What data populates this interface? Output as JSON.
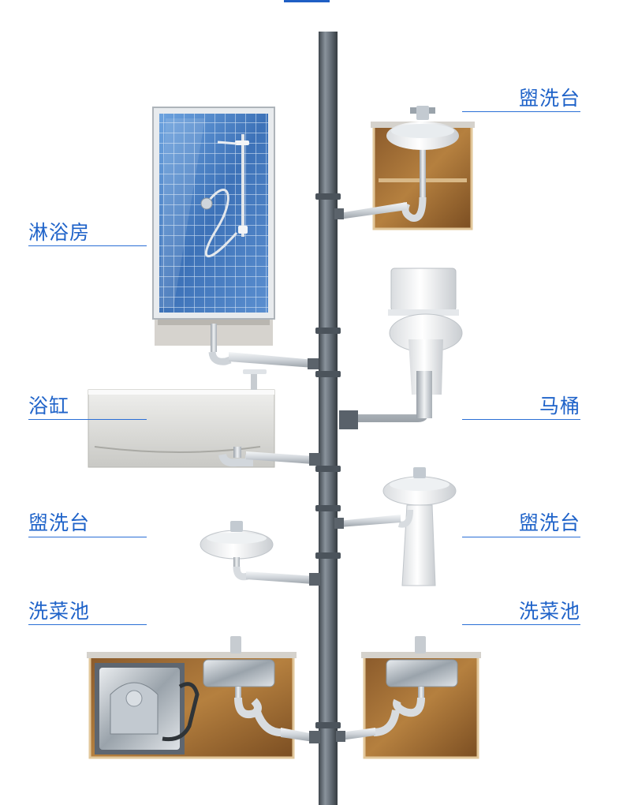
{
  "labels": {
    "shower": "淋浴房",
    "basin_top_right": "盥洗台",
    "bathtub": "浴缸",
    "toilet": "马桶",
    "basin_left": "盥洗台",
    "basin_right": "盥洗台",
    "kitchen_sink_left": "洗菜池",
    "kitchen_sink_right": "洗菜池"
  },
  "colors": {
    "label_text": "#1f63c9",
    "rule_line": "#2a6fd6",
    "main_pipe": "#5d6670",
    "branch_pipe": "#d9dde2",
    "cabinet_wood": "#a8743e",
    "tile_blue": "#4f86c9"
  }
}
